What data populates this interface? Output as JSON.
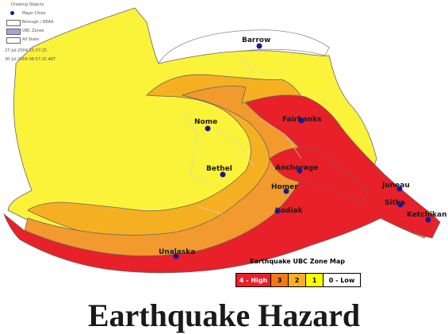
{
  "legend": {
    "title": "Drawing Objects",
    "items": [
      {
        "label": "Major Cities",
        "symbol": "city-dot-icon"
      },
      {
        "label": "Borough / REAA",
        "symbol": "borough-outline-icon"
      },
      {
        "label": "UBC Zones",
        "symbol": "ubc-zone-swatch-icon"
      },
      {
        "label": "All State",
        "symbol": "state-outline-icon"
      }
    ],
    "date_line1": "27-Jul-2004 15:37:25",
    "date_line2": "30-Jul-2004 08:57:25 AKT"
  },
  "cities": [
    {
      "name": "Barrow"
    },
    {
      "name": "Nome"
    },
    {
      "name": "Fairbanks"
    },
    {
      "name": "Bethel"
    },
    {
      "name": "Anchorage"
    },
    {
      "name": "Homer"
    },
    {
      "name": "Kodiak"
    },
    {
      "name": "Juneau"
    },
    {
      "name": "Sitka"
    },
    {
      "name": "Ketchikan"
    },
    {
      "name": "Unalaska"
    }
  ],
  "zone_map": {
    "title": "Earthquake UBC Zone Map",
    "zones": [
      {
        "label": "4 - High",
        "color": "#e8202a"
      },
      {
        "label": "3",
        "color": "#f07a1a"
      },
      {
        "label": "2",
        "color": "#f5b021"
      },
      {
        "label": "1",
        "color": "#ffff00"
      },
      {
        "label": "0 - Low",
        "color": "#ffffff"
      }
    ]
  },
  "page_title": "Earthquake Hazard",
  "colors": {
    "zone4": "#e8202a",
    "zone3": "#f29a2e",
    "zone2": "#f5b021",
    "zone1": "#fbf23a",
    "zone0": "#ffffff",
    "city_dot": "#1a1a8c"
  }
}
